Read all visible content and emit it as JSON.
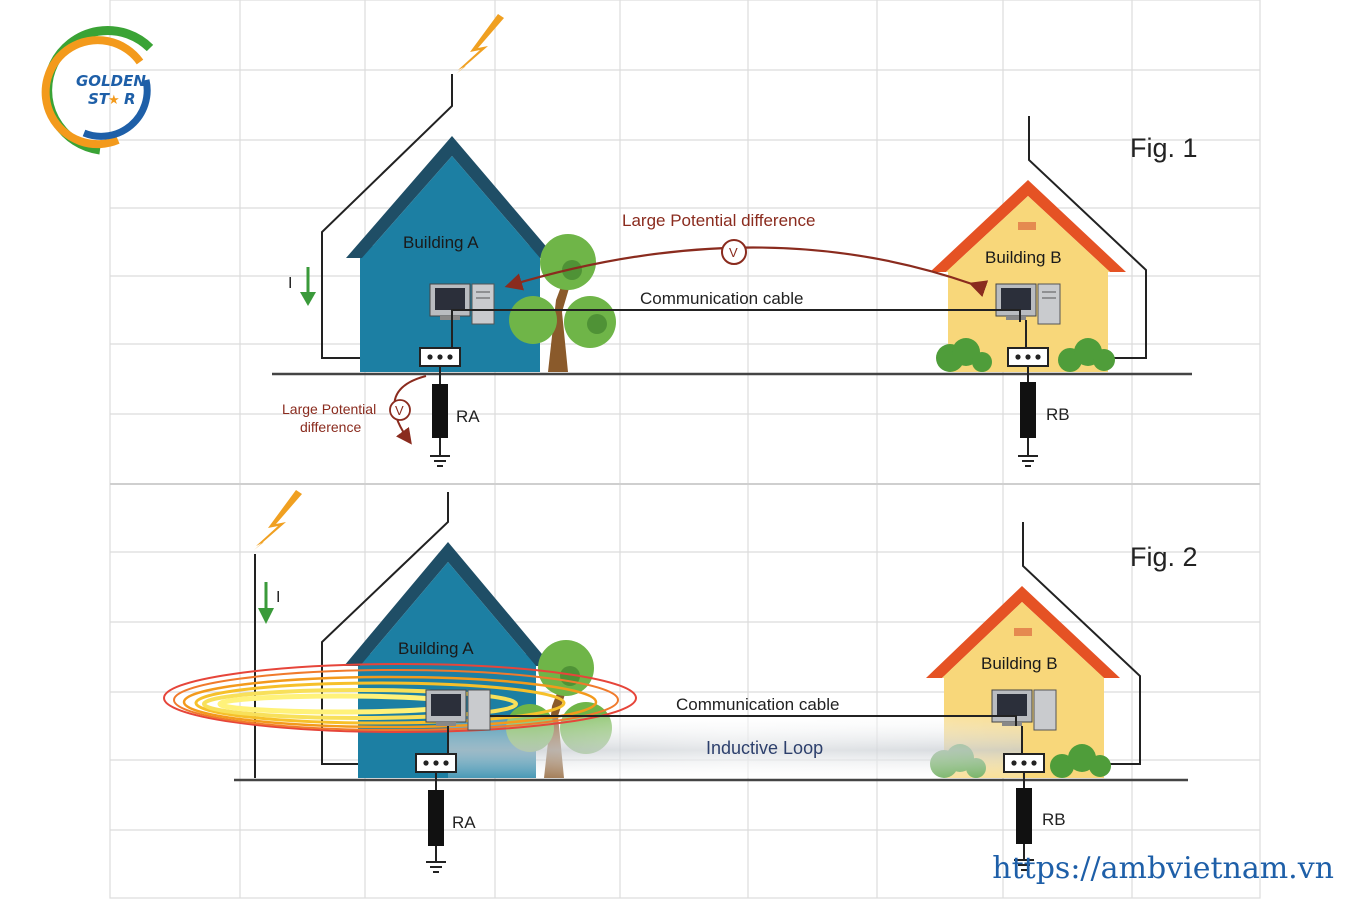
{
  "logo": {
    "line1": "GOLDEN",
    "line2_left": "ST",
    "line2_star": "★",
    "line2_right": "R"
  },
  "website": "https://ambvietnam.vn",
  "fig1": {
    "title": "Fig. 1",
    "building_a": "Building A",
    "building_b": "Building B",
    "cable": "Communication cable",
    "potential_top": "Large Potential difference",
    "potential_small_1": "Large Potential",
    "potential_small_2": "difference",
    "voltmeter": "V",
    "ra": "RA",
    "rb": "RB",
    "current": "I"
  },
  "fig2": {
    "title": "Fig. 2",
    "building_a": "Building A",
    "building_b": "Building B",
    "cable": "Communication cable",
    "loop": "Inductive Loop",
    "ra": "RA",
    "rb": "RB",
    "current": "I"
  },
  "colors": {
    "building_a": "#1c7fa3",
    "building_a_roof": "#1f4e66",
    "building_b": "#f8d77a",
    "building_b_roof": "#e55224",
    "potential": "#8a2b1e",
    "lightning": "#f0a021",
    "arrow_current": "#3a9a3a"
  }
}
